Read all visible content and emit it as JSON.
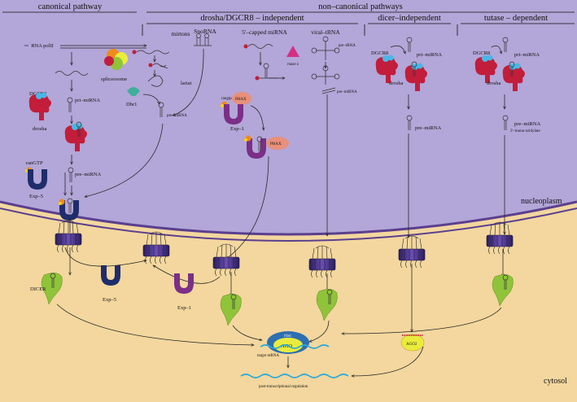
{
  "headers": {
    "canonical": "canonical pathway",
    "non_canonical": "non–canonical pathways",
    "drosha_independent": "drosha/DGCR8 – independent",
    "dicer_independent": "dicer–independent",
    "tutase_dependent": "tutase – dependent"
  },
  "sub_headers": {
    "mirtons": "mirtons",
    "snorna": "SnoRNA",
    "capped": "5'–capped miRNA",
    "viral": "viral–tRNA"
  },
  "labels": {
    "rna_pol": "RNA polII",
    "spliceosome": "spliceosome",
    "lariat": "lariat",
    "dbr1": "Dbr1",
    "pre_mirna_mirtron": "pre–miRNA",
    "dgcr8_canon": "DGCR8",
    "pri_mirna_canon": "pri–miRNA",
    "drosha_canon": "drosha",
    "rangtp_canon": "ranGTP",
    "pre_mirna_canon": "pre–miRNA",
    "exp5_canon": "Exp–5",
    "rangtp_capped": "rangtp",
    "phax_1": "PHAX",
    "exp1_nuc": "Exp–1",
    "phax_2": "PHAX",
    "rnase_z": "rnase z",
    "pre_trna": "pre–tRNA",
    "pre_mirna_viral": "pre–miRNA",
    "dgcr8_dicer": "DGCR8",
    "pri_mirna_dicer": "pri–miRNA",
    "drosha_dicer": "drosha",
    "pre_mirna_dicer": "pre–miRNA",
    "dgcr8_tut": "DGCR8",
    "pri_mirna_tut": "pri–miRNA",
    "drosha_tut": "drosha",
    "pre_mirna_tut": "pre–miRNA",
    "mono_uridylate": "3'–mono-uridylate",
    "nucleoplasm": "nucleoplasm",
    "cytosol": "cytosol",
    "dicer": "DICER",
    "exp5_cyto": "Exp–5",
    "exp1_cyto": "Exp–1",
    "risc": "risc",
    "ago": "AGO",
    "ago2": "AGO2",
    "target_mrna": "target mRNA",
    "ptr": "post-transcriptional regulation"
  },
  "colors": {
    "nucleus": "#b3a6d8",
    "cytosol": "#f3d79e",
    "membrane": "#5b3f8f",
    "drosha": "#c21d3a",
    "dgcr8": "#49b7e6",
    "exportin5": "#1f2d6b",
    "exportin1": "#7b2f86",
    "rangtp": "#f08a1c",
    "phax": "#e8907a",
    "dicer": "#8fc43a",
    "ago": "#e9ec3c",
    "risc": "#2d6fb0",
    "mrna": "#2aa8d8",
    "rnase_z": "#d32f84",
    "dbr1": "#3fae9d",
    "pore": "#3b2c73"
  }
}
